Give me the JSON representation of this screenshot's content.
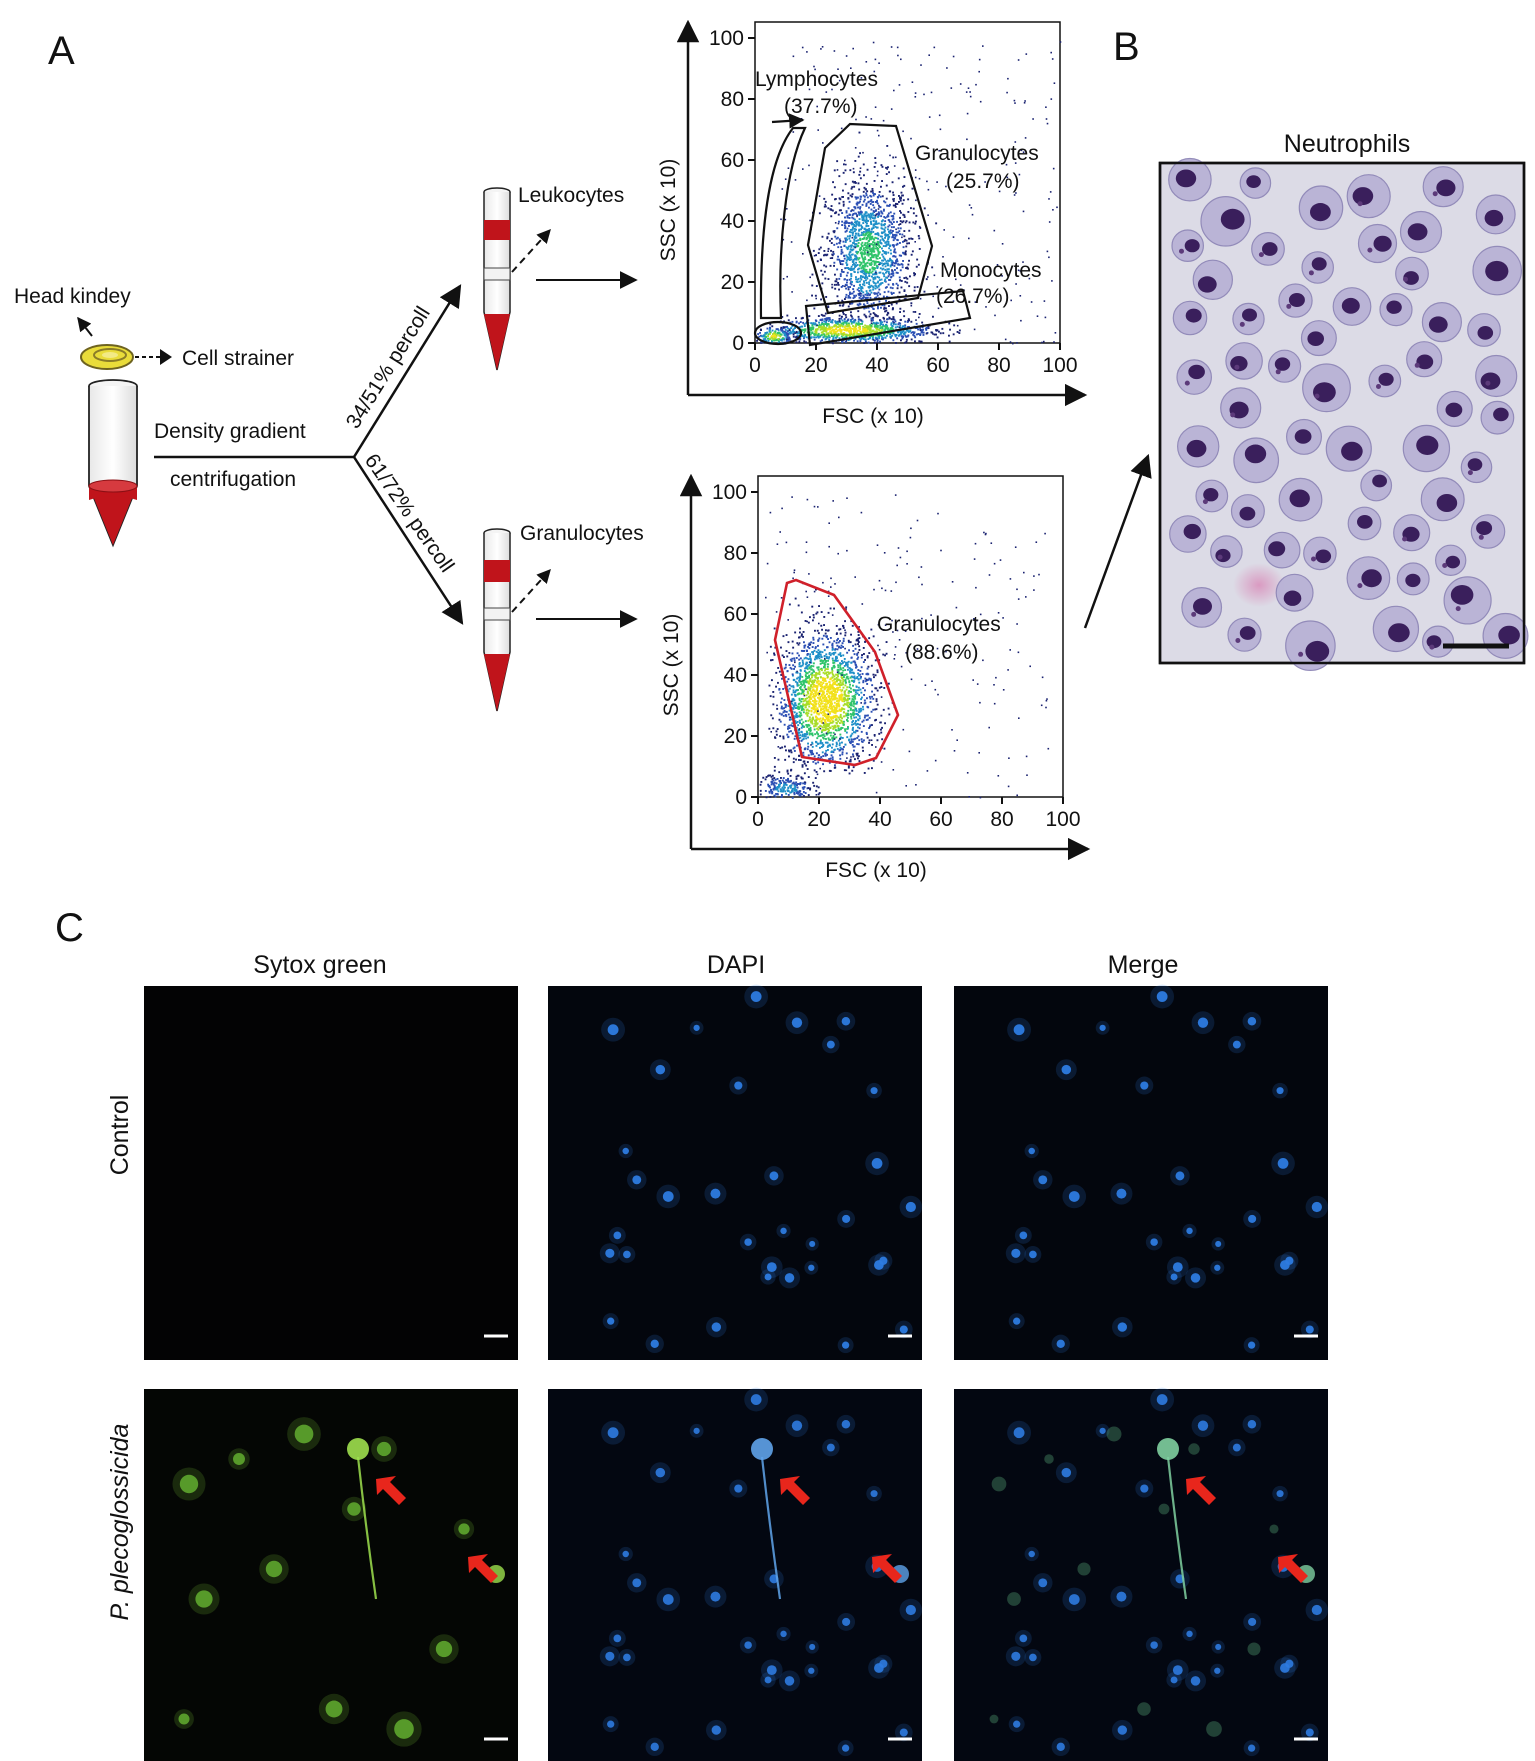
{
  "panels": {
    "a": "A",
    "b": "B",
    "c": "C"
  },
  "colors": {
    "tube_red": "#c0141b",
    "strainer_yellow": "#e9dc3a",
    "gate_black": "#111111",
    "gate_red": "#d0202a",
    "arrow_red": "#e8261c",
    "dapi_blue": "#2d7be0",
    "sytox_green": "#7fd03a",
    "stain_nucleus": "#3a1f5c",
    "stain_cytoplasm": "#b9b2d6",
    "stain_background": "#dcdbe6"
  },
  "workflow": {
    "head_kidney": "Head kindey",
    "cell_strainer": "Cell strainer",
    "density_gradient": "Density gradient",
    "centrifugation": "centrifugation",
    "percoll_upper": "34/51% percoll",
    "percoll_lower": "61/72% percoll",
    "leukocytes": "Leukocytes",
    "granulocytes": "Granulocytes"
  },
  "flow_plots": {
    "top": {
      "xlabel": "FSC (x 10)",
      "ylabel": "SSC (x 10)",
      "ticks": [
        "0",
        "20",
        "40",
        "60",
        "80",
        "100"
      ],
      "gates": [
        {
          "name": "Lymphocytes",
          "pct": "(37.7%)"
        },
        {
          "name": "Granulocytes",
          "pct": "(25.7%)"
        },
        {
          "name": "Monocytes",
          "pct": "(26.7%)"
        }
      ]
    },
    "bottom": {
      "xlabel": "FSC (x 10)",
      "ylabel": "SSC (x 10)",
      "ticks": [
        "0",
        "20",
        "40",
        "60",
        "80",
        "100"
      ],
      "gates": [
        {
          "name": "Granulocytes",
          "pct": "(88.6%)"
        }
      ]
    }
  },
  "neutrophils": {
    "title": "Neutrophils"
  },
  "microscopy": {
    "columns": [
      "Sytox green",
      "DAPI",
      "Merge"
    ],
    "rows": [
      "Control",
      "P. plecoglossicida"
    ]
  }
}
